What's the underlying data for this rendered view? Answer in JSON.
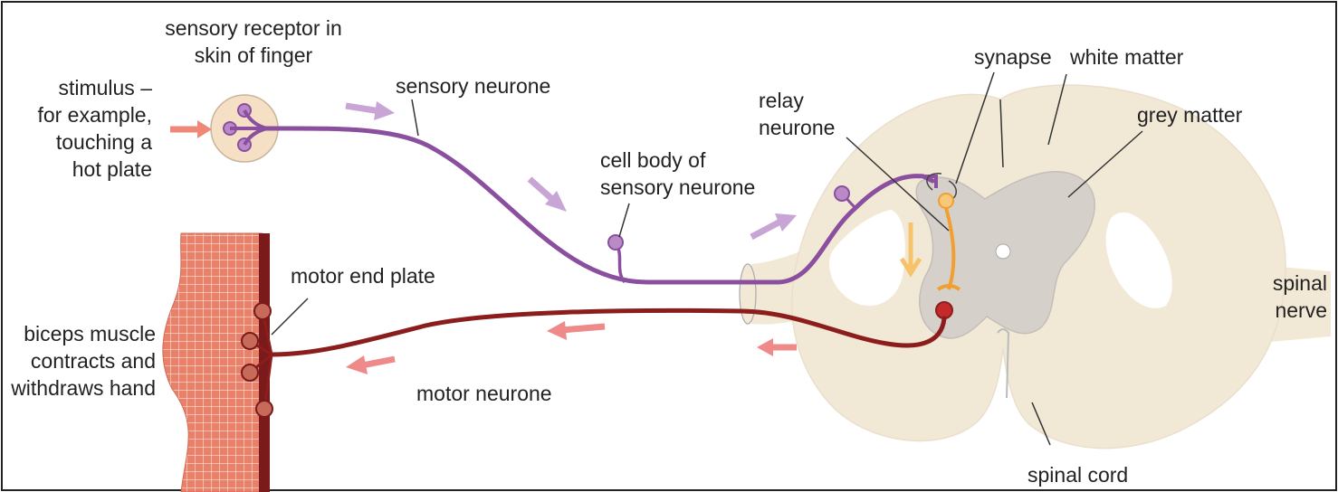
{
  "labels": {
    "stimulus": [
      "stimulus –",
      "for example,",
      "touching a",
      "hot plate"
    ],
    "receptor": [
      "sensory receptor in",
      "skin of finger"
    ],
    "sensory_neurone": "sensory neurone",
    "cell_body": [
      "cell body of",
      "sensory neurone"
    ],
    "relay_neurone": [
      "relay",
      "neurone"
    ],
    "synapse": "synapse",
    "white_matter": "white matter",
    "grey_matter": "grey matter",
    "spinal_nerve": [
      "spinal",
      "nerve"
    ],
    "spinal_cord": "spinal cord",
    "motor_end_plate": "motor end plate",
    "biceps": [
      "biceps muscle",
      "contracts and",
      "withdraws hand"
    ],
    "motor_neurone": "motor neurone"
  },
  "colors": {
    "sensory": "#8a4f9e",
    "sensory_arrow": "#c9a5d6",
    "motor": "#8c1d1d",
    "motor_arrow": "#ee8a8a",
    "relay": "#f0a030",
    "white_matter": "#f2e8d6",
    "grey_matter": "#d6d0ca",
    "muscle": "#e8806a",
    "stimulus_arrow": "#f08878"
  }
}
